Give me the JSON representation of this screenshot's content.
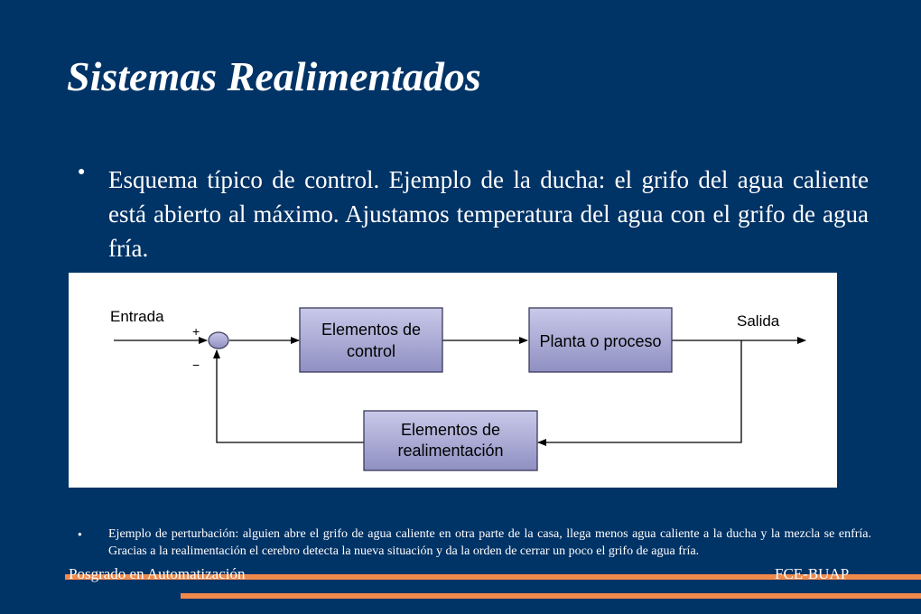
{
  "slide": {
    "title": "Sistemas Realimentados",
    "bullet": "Esquema típico de control. Ejemplo de la ducha: el grifo del agua caliente está abierto al máximo. Ajustamos temperatura del agua con el grifo de agua fría.",
    "bullet_marker": "●",
    "note": "Ejemplo de perturbación: alguien abre el grifo de agua caliente en otra parte de la casa, llega menos agua caliente a la ducha y la mezcla se enfría. Gracias a la realimentación el cerebro detecta la nueva situación y da la orden de cerrar un poco el grifo de agua fría.",
    "note_marker": "●"
  },
  "diagram": {
    "input_label": "Entrada",
    "output_label": "Salida",
    "plus_sign": "+",
    "minus_sign": "−",
    "controller_line1": "Elementos de",
    "controller_line2": "control",
    "plant_label": "Planta o proceso",
    "feedback_line1": "Elementos de",
    "feedback_line2": "realimentación",
    "colors": {
      "box_fill_top": "#c9c9ea",
      "box_fill_bottom": "#8f8fc2",
      "box_stroke": "#3a3a5c",
      "line": "#000000"
    }
  },
  "footer": {
    "left": "Posgrado en Automatización",
    "right": "FCE-BUAP",
    "stripe_color": "#f08a4b"
  }
}
